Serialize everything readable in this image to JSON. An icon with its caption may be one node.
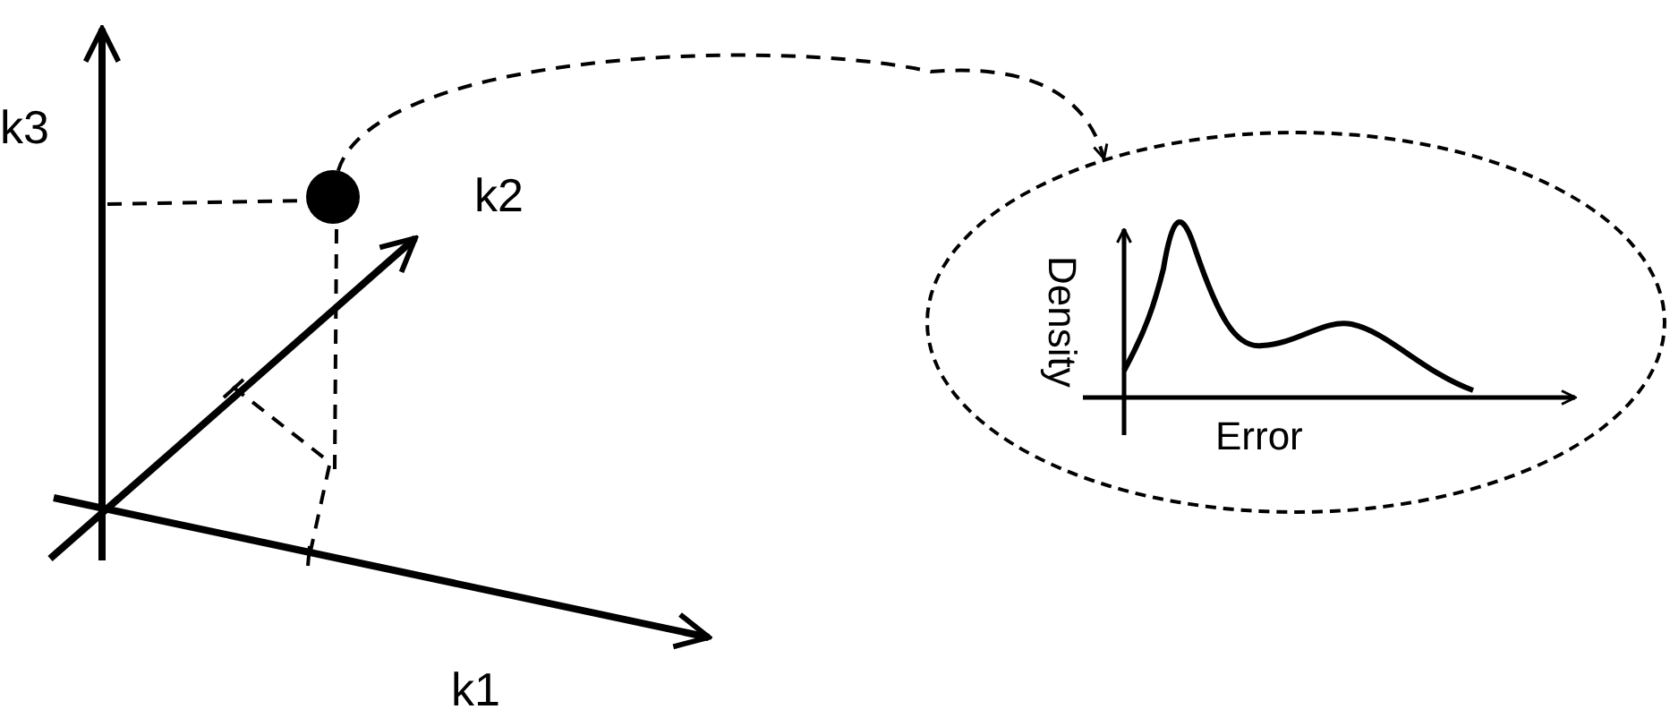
{
  "diagram": {
    "nodes": [
      {
        "text": [],
        "shape": "circle"
      },
      {
        "text": [
          "Density",
          "Error"
        ]
      }
    ],
    "edges": [
      {
        "from": 0,
        "to": 1,
        "arrow": "to",
        "style": "dashed"
      }
    ],
    "labels": [
      "k3",
      "k2",
      "k1"
    ]
  }
}
